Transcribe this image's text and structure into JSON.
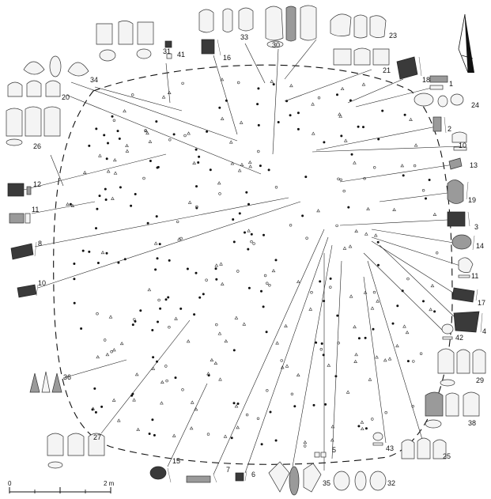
{
  "figure": {
    "labels": [
      {
        "id": "1",
        "text": "1"
      },
      {
        "id": "2",
        "text": "2"
      },
      {
        "id": "3",
        "text": "3"
      },
      {
        "id": "4",
        "text": "4"
      },
      {
        "id": "5",
        "text": "5"
      },
      {
        "id": "6",
        "text": "6"
      },
      {
        "id": "7",
        "text": "7"
      },
      {
        "id": "8",
        "text": "8"
      },
      {
        "id": "10a",
        "text": "10"
      },
      {
        "id": "10b",
        "text": "10"
      },
      {
        "id": "11a",
        "text": "11"
      },
      {
        "id": "11b",
        "text": "11"
      },
      {
        "id": "12",
        "text": "12"
      },
      {
        "id": "13",
        "text": "13"
      },
      {
        "id": "14",
        "text": "14"
      },
      {
        "id": "15",
        "text": "15"
      },
      {
        "id": "16",
        "text": "16"
      },
      {
        "id": "17",
        "text": "17"
      },
      {
        "id": "18",
        "text": "18"
      },
      {
        "id": "19",
        "text": "19"
      },
      {
        "id": "20",
        "text": "20"
      },
      {
        "id": "21",
        "text": "21"
      },
      {
        "id": "23",
        "text": "23"
      },
      {
        "id": "24",
        "text": "24"
      },
      {
        "id": "25",
        "text": "25"
      },
      {
        "id": "26",
        "text": "26"
      },
      {
        "id": "27",
        "text": "27"
      },
      {
        "id": "29",
        "text": "29"
      },
      {
        "id": "30",
        "text": "30"
      },
      {
        "id": "31",
        "text": "31"
      },
      {
        "id": "32",
        "text": "32"
      },
      {
        "id": "33",
        "text": "33"
      },
      {
        "id": "34",
        "text": "34"
      },
      {
        "id": "35",
        "text": "35"
      },
      {
        "id": "36",
        "text": "36"
      },
      {
        "id": "38",
        "text": "38"
      },
      {
        "id": "41",
        "text": "41"
      },
      {
        "id": "42",
        "text": "42"
      },
      {
        "id": "43",
        "text": "43"
      }
    ],
    "scale_bar": {
      "start": "0",
      "end": "2 m"
    },
    "north_arrow": "north-arrow-icon"
  }
}
